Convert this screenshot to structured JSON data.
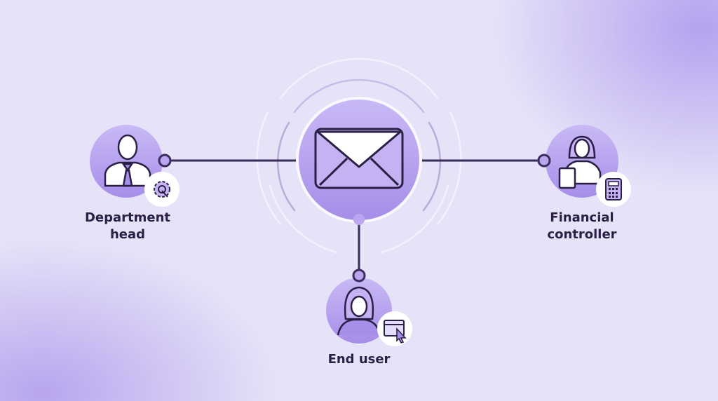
{
  "nodes": {
    "center": {
      "icon": "envelope-icon"
    },
    "department_head": {
      "label_line1": "Department",
      "label_line2": "head",
      "icon": "businessman-icon",
      "badge_icon": "gear-wrench-icon"
    },
    "financial_controller": {
      "label_line1": "Financial",
      "label_line2": "controller",
      "icon": "businesswoman-clipboard-icon",
      "badge_icon": "calculator-icon"
    },
    "end_user": {
      "label": "End user",
      "icon": "woman-icon",
      "badge_icon": "browser-cursor-icon"
    }
  },
  "colors": {
    "line": "#3a2d5c",
    "node_fill": "#b9a5f0",
    "accent": "#a38ae8",
    "background": "#e6e3f8"
  }
}
